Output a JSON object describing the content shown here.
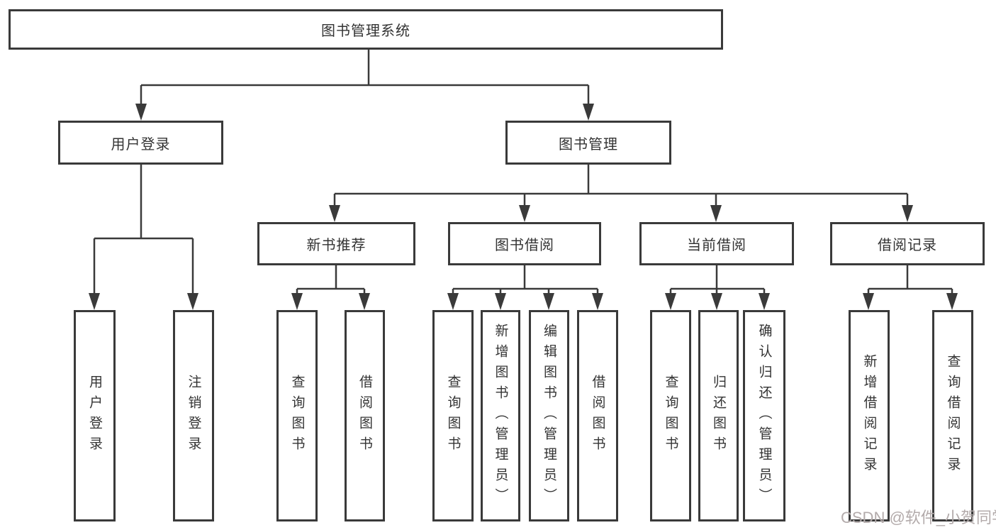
{
  "diagram_title": "图书管理系统",
  "colors": {
    "line": "#3a3a3a",
    "box_border": "#3a3a3a",
    "text": "#333333",
    "background": "#ffffff",
    "watermark": "#b3abab"
  },
  "nodes": {
    "root": "图书管理系统",
    "level2": [
      "用户登录",
      "图书管理"
    ],
    "level3": [
      "新书推荐",
      "图书借阅",
      "当前借阅",
      "借阅记录"
    ],
    "leaves": [
      "用户登录",
      "注销登录",
      "查询图书",
      "借阅图书",
      "查询图书",
      "新增图书（管理员）",
      "编辑图书（管理员）",
      "借阅图书",
      "查询图书",
      "归还图书",
      "确认归还（管理员）",
      "新增借阅记录",
      "查询借阅记录"
    ]
  },
  "tree": {
    "label": "图书管理系统",
    "children": [
      {
        "label": "用户登录",
        "children": [
          {
            "label": "用户登录"
          },
          {
            "label": "注销登录"
          }
        ]
      },
      {
        "label": "图书管理",
        "children": [
          {
            "label": "新书推荐",
            "children": [
              {
                "label": "查询图书"
              },
              {
                "label": "借阅图书"
              }
            ]
          },
          {
            "label": "图书借阅",
            "children": [
              {
                "label": "查询图书"
              },
              {
                "label": "新增图书（管理员）"
              },
              {
                "label": "编辑图书（管理员）"
              },
              {
                "label": "借阅图书"
              }
            ]
          },
          {
            "label": "当前借阅",
            "children": [
              {
                "label": "查询图书"
              },
              {
                "label": "归还图书"
              },
              {
                "label": "确认归还（管理员）"
              }
            ]
          },
          {
            "label": "借阅记录",
            "children": [
              {
                "label": "新增借阅记录"
              },
              {
                "label": "查询借阅记录"
              }
            ]
          }
        ]
      }
    ]
  },
  "watermark": {
    "text": "CSDN @软件_小贺同学"
  }
}
